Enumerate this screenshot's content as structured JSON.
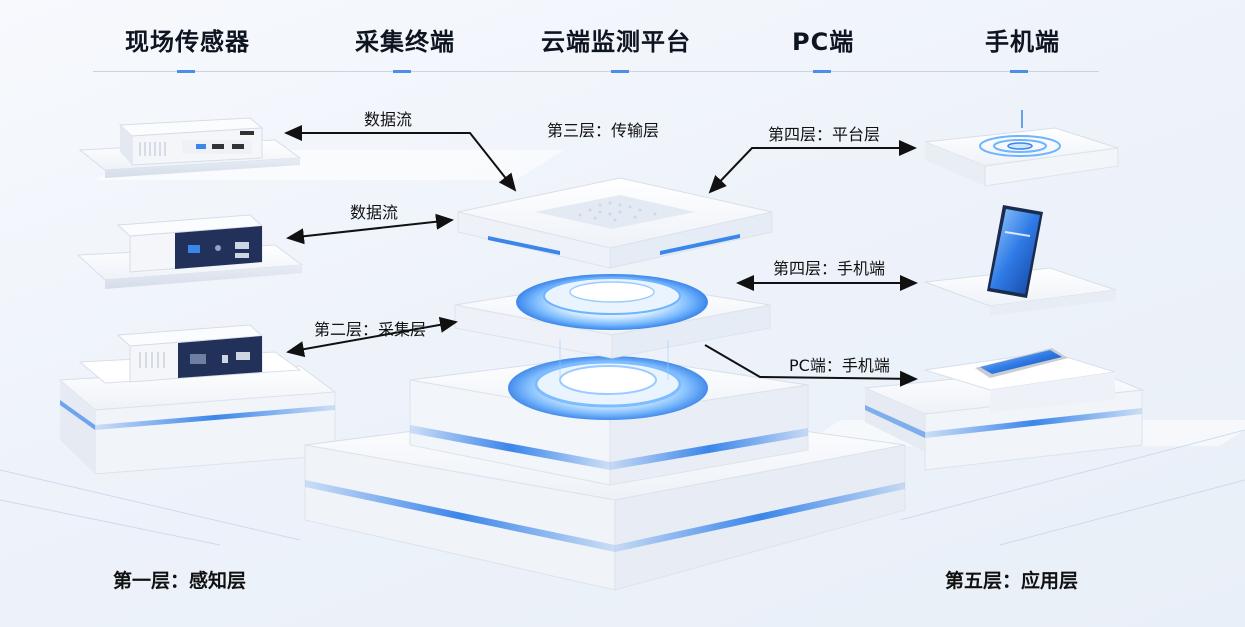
{
  "header": {
    "sensors": "现场传感器",
    "terminal": "采集终端",
    "cloud": "云端监测平台",
    "pc": "PC端",
    "mobile": "手机端"
  },
  "flows": {
    "flow1": "数据流",
    "flow2": "数据流",
    "layer2": "第二层：采集层",
    "layer3": "第三层：传输层",
    "layer4_platform": "第四层：平台层",
    "layer4_mobile": "第四层：手机端",
    "pc_mobile": "PC端：手机端"
  },
  "layers": {
    "layer1": "第一层：感知层",
    "layer5": "第五层：应用层"
  },
  "colors": {
    "accent": "#3b86ea",
    "glow": "#6fb4ff",
    "platform": "#ffffff",
    "device_dark": "#22315a"
  }
}
